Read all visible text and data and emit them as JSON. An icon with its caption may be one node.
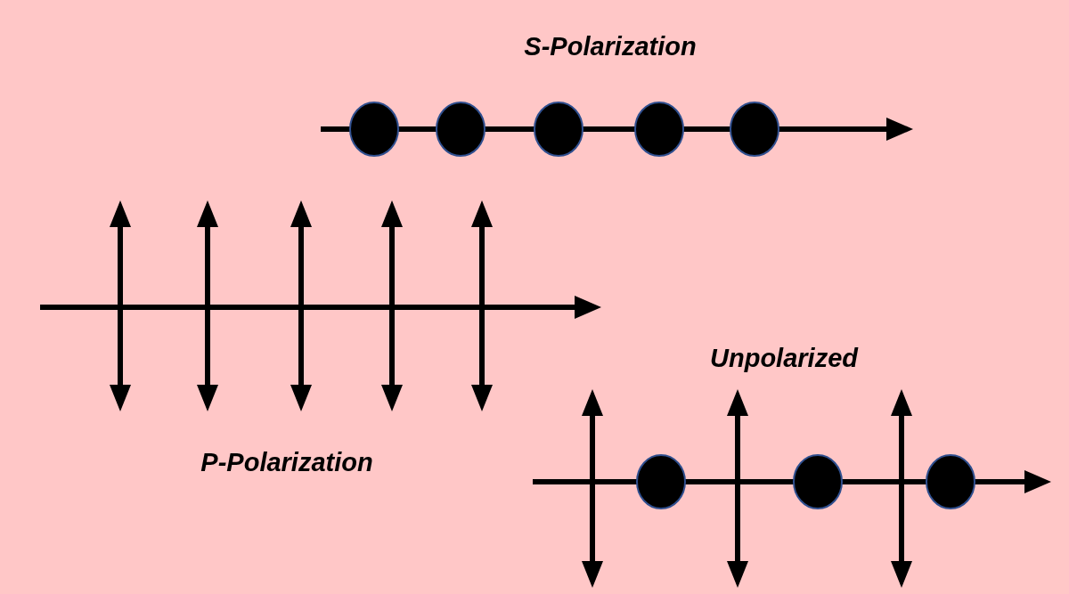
{
  "diagram": {
    "labels": [
      "S-Polarization",
      "Unpolarized",
      "P-Polarization"
    ]
  }
}
